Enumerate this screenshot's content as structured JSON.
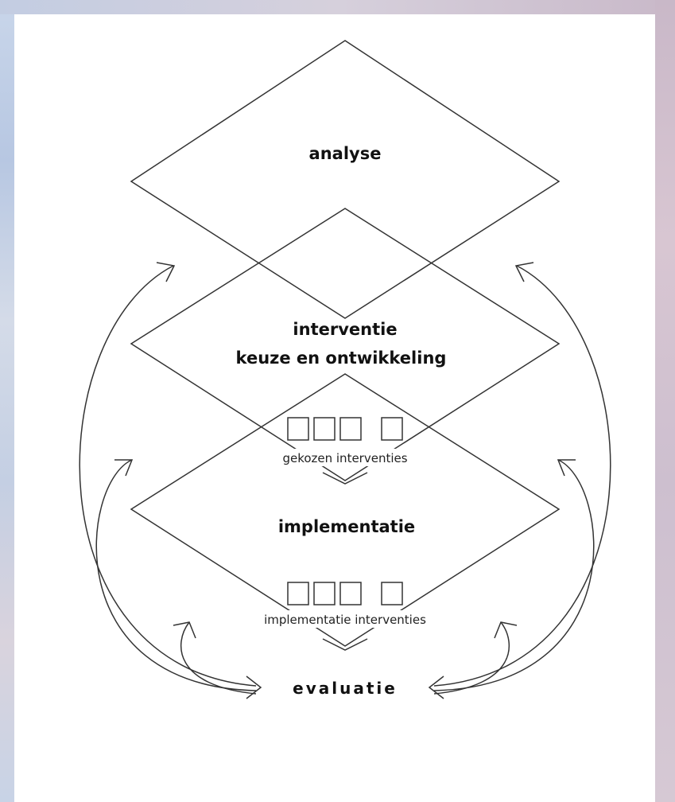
{
  "stages": {
    "analyse": "analyse",
    "interventie_line1": "interventie",
    "interventie_line2": "keuze en ontwikkeling",
    "implementatie": "implementatie",
    "evaluatie": "evaluatie"
  },
  "sublabels": {
    "gekozen": "gekozen interventies",
    "implementatie": "implementatie interventies"
  }
}
